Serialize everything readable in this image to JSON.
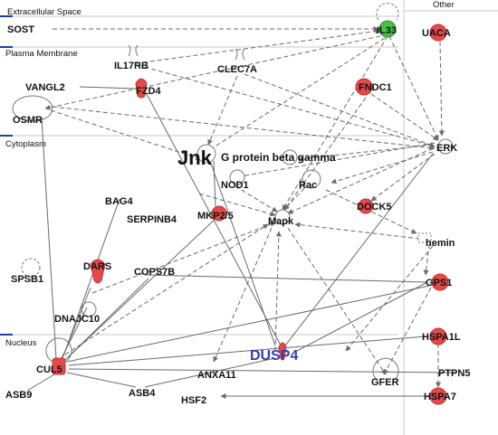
{
  "regions": [
    {
      "label": "Extracellular Space"
    },
    {
      "label": "Plasma Membrane"
    },
    {
      "label": "Cytoplasm"
    },
    {
      "label": "Nucleus"
    },
    {
      "label": "Other"
    }
  ],
  "nodes": {
    "sost": {
      "label": "SOST"
    },
    "il33": {
      "label": "IL33"
    },
    "uaca": {
      "label": "UACA"
    },
    "il17rb": {
      "label": "IL17RB"
    },
    "clec7a": {
      "label": "CLEC7A"
    },
    "vangl2": {
      "label": "VANGL2"
    },
    "fzd4": {
      "label": "FZD4"
    },
    "fndc1": {
      "label": "FNDC1"
    },
    "osmr": {
      "label": "OSMR"
    },
    "erk": {
      "label": "ERK"
    },
    "jnk": {
      "label": "Jnk"
    },
    "gpbg": {
      "label": "G protein beta gamma"
    },
    "nod1": {
      "label": "NOD1"
    },
    "rac": {
      "label": "Rac"
    },
    "dock5": {
      "label": "DOCK5"
    },
    "bag4": {
      "label": "BAG4"
    },
    "serpinb4": {
      "label": "SERPINB4"
    },
    "mkp25": {
      "label": "MKP2/5"
    },
    "mapk": {
      "label": "Mapk"
    },
    "hemin": {
      "label": "hemin"
    },
    "spsb1": {
      "label": "SPSB1"
    },
    "dars": {
      "label": "DARS"
    },
    "cops7b": {
      "label": "COPS7B"
    },
    "gps1": {
      "label": "GPS1"
    },
    "dnajc10": {
      "label": "DNAJC10"
    },
    "hspa1l": {
      "label": "HSPA1L"
    },
    "cul5": {
      "label": "CUL5"
    },
    "dusp4": {
      "label": "DUSP4"
    },
    "ptpn5": {
      "label": "PTPN5"
    },
    "asb9": {
      "label": "ASB9"
    },
    "asb4": {
      "label": "ASB4"
    },
    "anxa11": {
      "label": "ANXA11"
    },
    "gfer": {
      "label": "GFER"
    },
    "hsf2": {
      "label": "HSF2"
    },
    "hspa7": {
      "label": "HSPA7"
    }
  },
  "colors": {
    "upregulated": "#e34a4a",
    "downregulated": "#48c04a",
    "neutral": "#ffffff",
    "focus_label": "#2f3fa8"
  }
}
